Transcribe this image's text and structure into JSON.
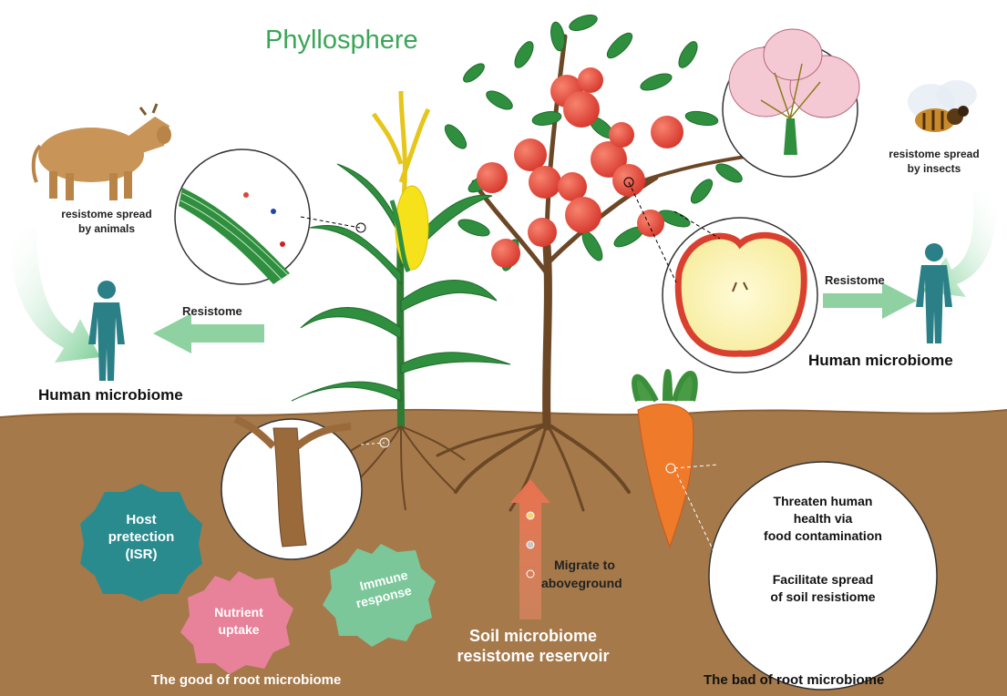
{
  "labels": {
    "phyllosphere": "Phyllosphere",
    "animals_spread_1": "resistome spread",
    "animals_spread_2": "by animals",
    "insects_spread_1": "resistome spread",
    "insects_spread_2": "by insects",
    "resistome_left": "Resistome",
    "resistome_right": "Resistome",
    "human_left": "Human microbiome",
    "human_right": "Human microbiome",
    "host_1": "Host",
    "host_2": "pretection",
    "host_3": "(ISR)",
    "nutrient_1": "Nutrient",
    "nutrient_2": "uptake",
    "immune_1": "Immune",
    "immune_2": "response",
    "migrate_1": "Migrate to",
    "migrate_2": "aboveground",
    "soil_1": "Soil microbiome",
    "soil_2": "resistome reservoir",
    "good": "The good of root microbiome",
    "bad": "The bad of root microbiome",
    "threaten_1": "Threaten human",
    "threaten_2": "health via",
    "threaten_3": "food contamination",
    "facilitate_1": "Facilitate spread",
    "facilitate_2": "of soil resistiome"
  },
  "colors": {
    "soil": "#a5794a",
    "leaf_green": "#2f8f3e",
    "title_green": "#3aa657",
    "arrow_green": "#8fd1a0",
    "human_teal": "#2b7f86",
    "apple_red": "#e0453a",
    "corn_yellow": "#f5e21a",
    "host_gear": "#2a8b8f",
    "nutrient_gear": "#e8829a",
    "immune_gear": "#7bc79a",
    "carrot": "#ee7a2a"
  }
}
